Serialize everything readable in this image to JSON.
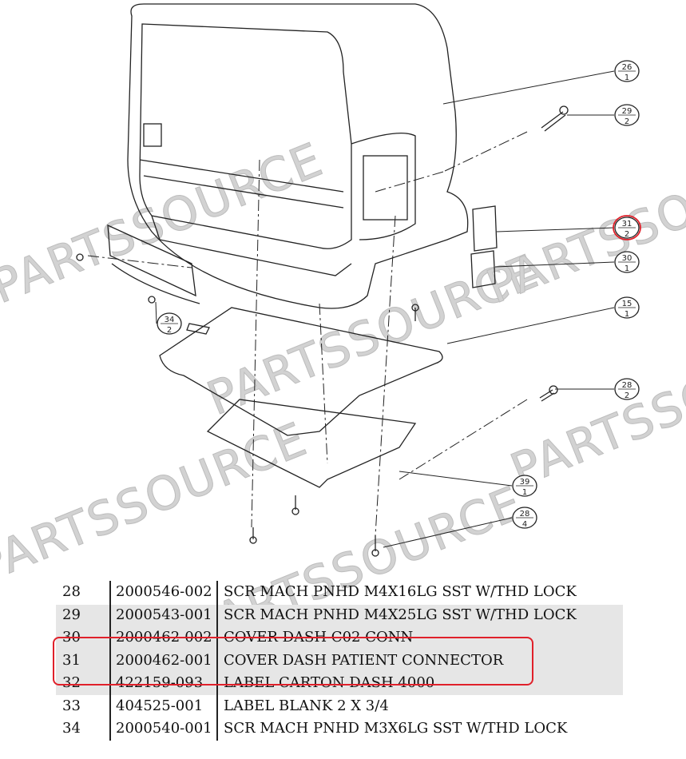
{
  "watermark": "PARTSSOURCE",
  "balloons": [
    {
      "item": "26",
      "qty": "1"
    },
    {
      "item": "29",
      "qty": "2"
    },
    {
      "item": "31",
      "qty": "2",
      "highlighted": true
    },
    {
      "item": "30",
      "qty": "1"
    },
    {
      "item": "15",
      "qty": "1"
    },
    {
      "item": "28",
      "qty": "2"
    },
    {
      "item": "39",
      "qty": "1"
    },
    {
      "item": "28",
      "qty": "4"
    },
    {
      "item": "34",
      "qty": "2"
    }
  ],
  "parts": [
    {
      "item": "28",
      "part": "2000546-002",
      "desc": "SCR MACH PNHD M4X16LG SST  W/THD LOCK"
    },
    {
      "item": "29",
      "part": "2000543-001",
      "desc": "SCR MACH PNHD M4X25LG SST W/THD LOCK"
    },
    {
      "item": "30",
      "part": "2000462-002",
      "desc": "COVER DASH C02 CONN"
    },
    {
      "item": "31",
      "part": "2000462-001",
      "desc": "COVER DASH PATIENT CONNECTOR"
    },
    {
      "item": "32",
      "part": "422159-093",
      "desc": "LABEL CARTON DASH 4000"
    },
    {
      "item": "33",
      "part": "404525-001",
      "desc": "LABEL BLANK 2 X 3/4"
    },
    {
      "item": "34",
      "part": "2000540-001",
      "desc": "SCR MACH PNHD M3X6LG SST W/THD LOCK"
    }
  ],
  "colors": {
    "highlight": "#e0202a",
    "row_shade": "#e6e6e6",
    "line": "#222222"
  }
}
